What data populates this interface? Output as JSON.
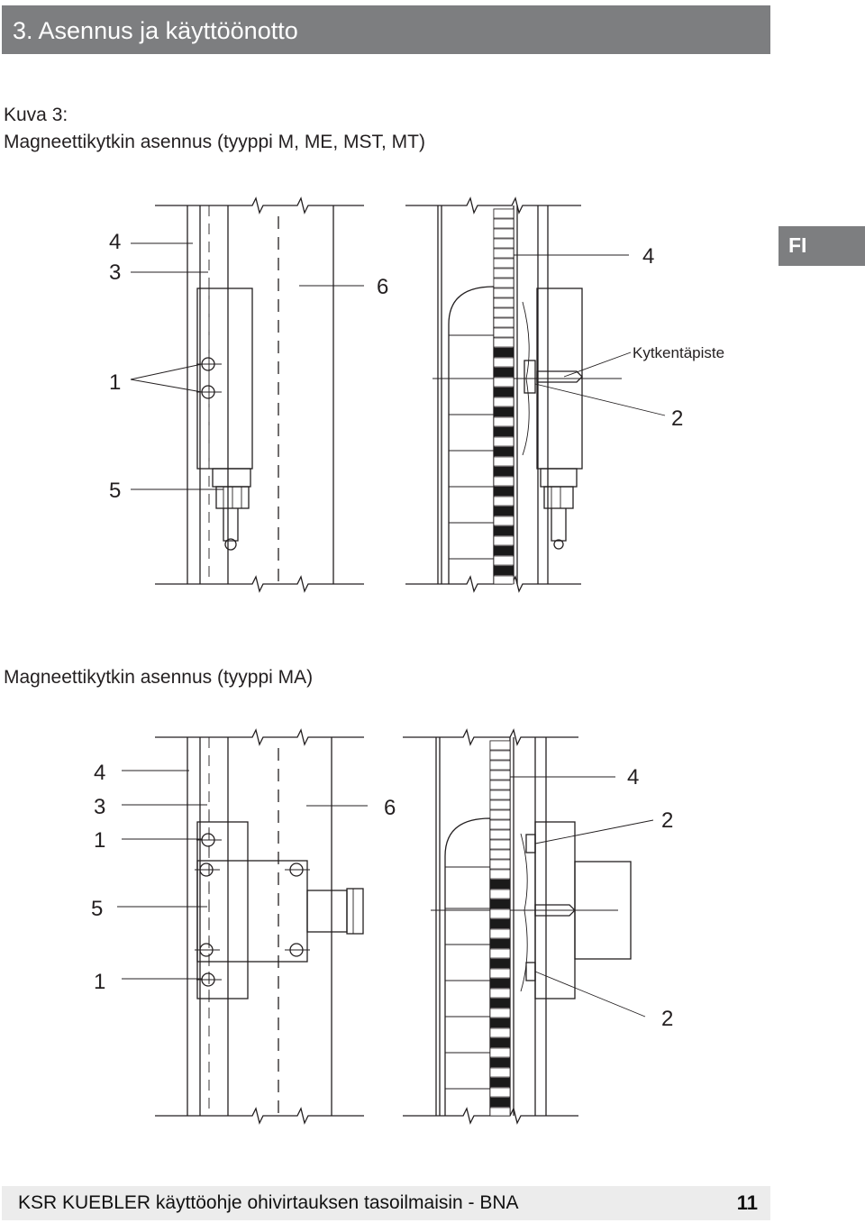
{
  "header": {
    "title": "3. Asennus ja käyttöönotto"
  },
  "figure": {
    "caption_line1": "Kuva 3:",
    "caption_line2": "Magneettikytkin asennus (tyyppi M, ME, MST, MT)",
    "caption_ma": "Magneettikytkin asennus (tyyppi MA)"
  },
  "side_tab": {
    "label": "FI"
  },
  "diagram_top": {
    "labels": [
      "4",
      "3",
      "1",
      "5",
      "6",
      "4",
      "Kytkentäpiste",
      "2"
    ]
  },
  "diagram_bottom": {
    "labels": [
      "4",
      "3",
      "1",
      "5",
      "1",
      "6",
      "4",
      "2",
      "2"
    ]
  },
  "footer": {
    "text": "KSR KUEBLER käyttöohje ohivirtauksen tasoilmaisin - BNA",
    "page_number": "11"
  }
}
